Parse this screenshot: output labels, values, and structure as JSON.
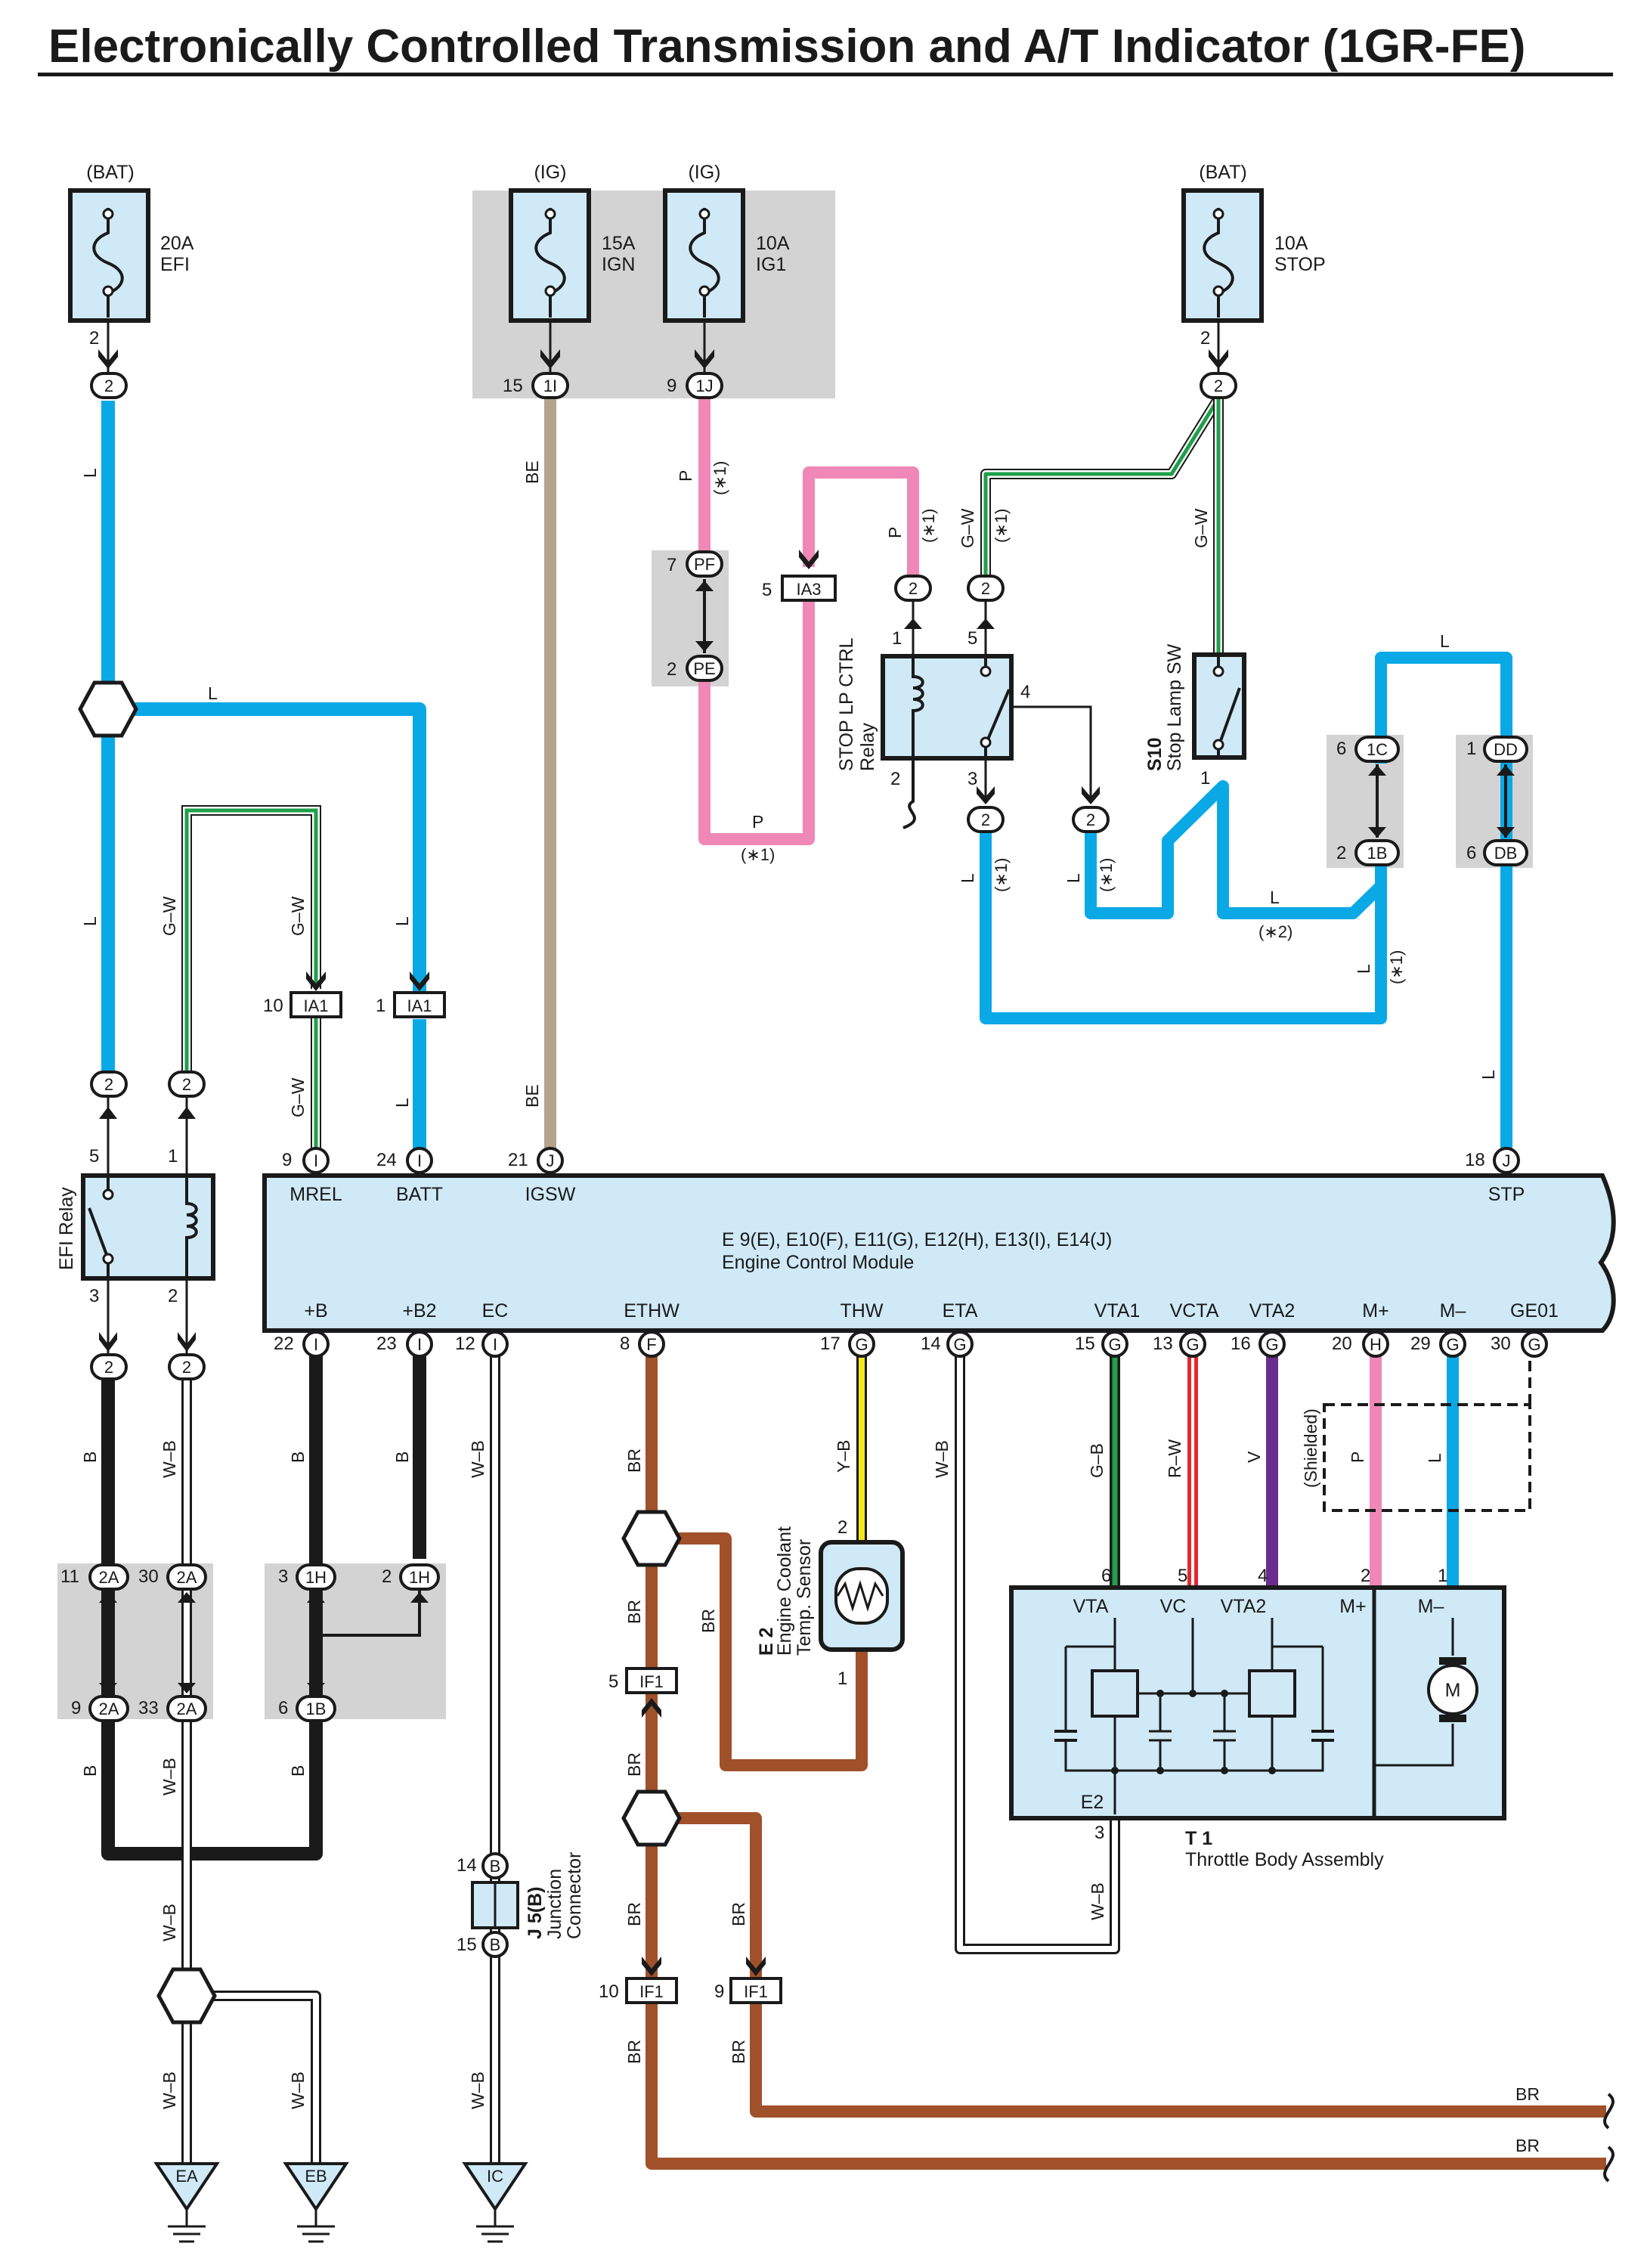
{
  "title": "Electronically Controlled Transmission and A/T Indicator (1GR-FE)",
  "colors": {
    "L": "#0aa9e6",
    "P": "#ef88b6",
    "BE": "#b4a48e",
    "G": "#1fa04a",
    "B": "#1a1a1a",
    "BR": "#a0512a",
    "Y": "#f3e61a",
    "R": "#e5262c",
    "V": "#6a2c8e",
    "W": "#ffffff",
    "component_fill": "#cfe9f6",
    "junction_gray": "#d3d3d3"
  },
  "fuses": {
    "efi": {
      "source": "(BAT)",
      "rating": "20A",
      "name": "EFI",
      "pin": "2",
      "terminal": "2"
    },
    "ign": {
      "source": "(IG)",
      "rating": "15A",
      "name": "IGN",
      "pin": "15",
      "terminal": "1I"
    },
    "ig1": {
      "source": "(IG)",
      "rating": "10A",
      "name": "IG1",
      "pin": "9",
      "terminal": "1J"
    },
    "stop": {
      "source": "(BAT)",
      "rating": "10A",
      "name": "STOP",
      "pin": "2",
      "terminal": "2"
    }
  },
  "efi_relay": {
    "name": "EFI Relay",
    "p5": "5",
    "p1": "1",
    "p3": "3",
    "p2": "2",
    "conn": "2"
  },
  "stop_relay": {
    "name1": "STOP LP CTRL",
    "name2": "Relay",
    "p1": "1",
    "p5": "5",
    "p4": "4",
    "p3": "3",
    "p2": "2",
    "conn": "2"
  },
  "stop_sw": {
    "code": "S10",
    "name": "Stop Lamp SW",
    "p1": "1"
  },
  "ecm": {
    "codes": "E 9(E), E10(F), E11(G), E12(H), E13(I), E14(J)",
    "name": "Engine Control Module",
    "top_terms": [
      {
        "label": "MREL",
        "num": "9",
        "conn": "I"
      },
      {
        "label": "BATT",
        "num": "24",
        "conn": "I"
      },
      {
        "label": "IGSW",
        "num": "21",
        "conn": "J"
      },
      {
        "label": "STP",
        "num": "18",
        "conn": "J"
      }
    ],
    "bottom_terms": [
      {
        "label": "+B",
        "num": "22",
        "conn": "I"
      },
      {
        "label": "+B2",
        "num": "23",
        "conn": "I"
      },
      {
        "label": "EC",
        "num": "12",
        "conn": "I"
      },
      {
        "label": "ETHW",
        "num": "8",
        "conn": "F"
      },
      {
        "label": "THW",
        "num": "17",
        "conn": "G"
      },
      {
        "label": "ETA",
        "num": "14",
        "conn": "G"
      },
      {
        "label": "VTA1",
        "num": "15",
        "conn": "G"
      },
      {
        "label": "VCTA",
        "num": "13",
        "conn": "G"
      },
      {
        "label": "VTA2",
        "num": "16",
        "conn": "G"
      },
      {
        "label": "M+",
        "num": "20",
        "conn": "H"
      },
      {
        "label": "M–",
        "num": "29",
        "conn": "G"
      },
      {
        "label": "GE01",
        "num": "30",
        "conn": "G"
      }
    ]
  },
  "sensor": {
    "code": "E 2",
    "name1": "Engine Coolant",
    "name2": "Temp. Sensor",
    "p2": "2",
    "p1": "1"
  },
  "throttle": {
    "code": "T 1",
    "name": "Throttle Body Assembly",
    "terms": [
      {
        "label": "VTA",
        "pin": "6"
      },
      {
        "label": "VC",
        "pin": "5"
      },
      {
        "label": "VTA2",
        "pin": "4"
      },
      {
        "label": "M+",
        "pin": "2"
      },
      {
        "label": "M–",
        "pin": "1"
      }
    ],
    "e2": "E2",
    "e2_pin": "3",
    "motor": "M",
    "shielded": "(Shielded)"
  },
  "junction_conn": {
    "code": "J 5(B)",
    "name1": "Junction",
    "name2": "Connector",
    "p14": "14",
    "p15": "15",
    "conn": "B"
  },
  "grounds": {
    "ea": "EA",
    "eb": "EB",
    "ic": "IC"
  },
  "wire_labels": {
    "L": "L",
    "P": "P",
    "BE": "BE",
    "GW": "G–W",
    "B": "B",
    "WB": "W–B",
    "BR": "BR",
    "YB": "Y–B",
    "GB": "G–B",
    "RW": "R–W",
    "V": "V"
  },
  "notes": {
    "n1": "(∗1)",
    "n2": "(∗2)"
  },
  "connectors": {
    "IA1_a": {
      "pin": "10",
      "code": "IA1"
    },
    "IA1_b": {
      "pin": "1",
      "code": "IA1"
    },
    "IA3": {
      "pin": "5",
      "code": "IA3"
    },
    "PF": {
      "pin": "7",
      "code": "PF"
    },
    "PE": {
      "pin": "2",
      "code": "PE"
    },
    "1C": {
      "pin": "6",
      "code": "1C"
    },
    "1B_r": {
      "pin": "2",
      "code": "1B"
    },
    "DD": {
      "pin": "1",
      "code": "DD"
    },
    "DB": {
      "pin": "6",
      "code": "DB"
    },
    "2A_11": {
      "pin": "11",
      "code": "2A"
    },
    "2A_30": {
      "pin": "30",
      "code": "2A"
    },
    "2A_9": {
      "pin": "9",
      "code": "2A"
    },
    "2A_33": {
      "pin": "33",
      "code": "2A"
    },
    "1H_3": {
      "pin": "3",
      "code": "1H"
    },
    "1H_2": {
      "pin": "2",
      "code": "1H"
    },
    "1B_6": {
      "pin": "6",
      "code": "1B"
    },
    "IF1_5": {
      "pin": "5",
      "code": "IF1"
    },
    "IF1_10": {
      "pin": "10",
      "code": "IF1"
    },
    "IF1_9": {
      "pin": "9",
      "code": "IF1"
    },
    "two": "2"
  }
}
